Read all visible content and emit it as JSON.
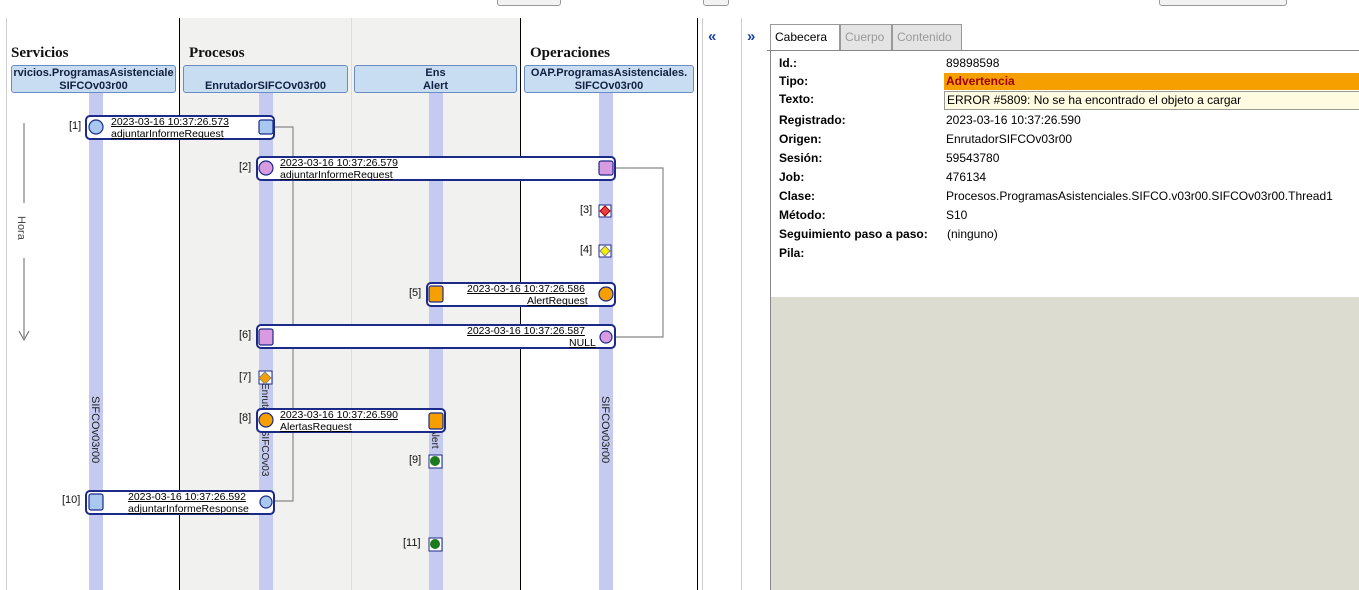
{
  "sections": {
    "services": "Servicios",
    "processes": "Procesos",
    "operations": "Operaciones"
  },
  "lanes": [
    {
      "line1": "rvicios.ProgramasAsistenciale",
      "line2": "SIFCOv03r00",
      "vertical": "SIFCOv03r00"
    },
    {
      "line1": "",
      "line2": "EnrutadorSIFCOv03r00",
      "vertical": "Enrutador SIFCOv03"
    },
    {
      "line1": "Ens",
      "line2": "Alert",
      "vertical": "Alert"
    },
    {
      "line1": "OAP.ProgramasAsistenciales.",
      "line2": "SIFCOv03r00",
      "vertical": "SIFCOv03r00"
    }
  ],
  "time_axis_label": "Hora",
  "messages": [
    {
      "index": "[1]",
      "time": "2023-03-16 10:37:26.573",
      "name": "adjuntarInformeRequest"
    },
    {
      "index": "[2]",
      "time": "2023-03-16 10:37:26.579",
      "name": "adjuntarInformeRequest"
    },
    {
      "index": "[3]"
    },
    {
      "index": "[4]"
    },
    {
      "index": "[5]",
      "time": "2023-03-16 10:37:26.586",
      "name": "AlertRequest"
    },
    {
      "index": "[6]",
      "time": "2023-03-16 10:37:26.587",
      "name": "NULL"
    },
    {
      "index": "[7]"
    },
    {
      "index": "[8]",
      "time": "2023-03-16 10:37:26.590",
      "name": "AlertasRequest"
    },
    {
      "index": "[9]"
    },
    {
      "index": "[10]",
      "time": "2023-03-16 10:37:26.592",
      "name": "adjuntarInformeResponse"
    },
    {
      "index": "[11]"
    }
  ],
  "splitters": {
    "collapse": "«",
    "expand": "»"
  },
  "tabs": [
    "Cabecera",
    "Cuerpo",
    "Contenido"
  ],
  "details": [
    {
      "label": "Id.:",
      "value": "89898598"
    },
    {
      "label": "Tipo:",
      "value": "Advertencia"
    },
    {
      "label": "Texto:",
      "value": "ERROR #5809: No se ha encontrado el objeto a cargar"
    },
    {
      "label": "Registrado:",
      "value": "2023-03-16 10:37:26.590"
    },
    {
      "label": "Origen:",
      "value": "EnrutadorSIFCOv03r00"
    },
    {
      "label": "Sesión:",
      "value": "59543780"
    },
    {
      "label": "Job:",
      "value": "476134"
    },
    {
      "label": "Clase:",
      "value": "Procesos.ProgramasAsistenciales.SIFCO.v03r00.SIFCOv03r00.Thread1"
    },
    {
      "label": "Método:",
      "value": "S10"
    },
    {
      "label": "Seguimiento paso a paso:",
      "value": "(ninguno)"
    },
    {
      "label": "Pila:",
      "value": ""
    }
  ],
  "colors": {
    "warning_bg": "#f5a000",
    "warning_text": "#a00000",
    "text_bg": "#fffbe0",
    "lifeline": "#c5caf0",
    "header": "#c8dcf2",
    "box_border": "#1c2a8a",
    "orange": "#f5a000",
    "pink": "#d89ae0",
    "blue": "#a8c8f0",
    "green": "#1e7a1e",
    "red_arrow": "#e03030"
  }
}
